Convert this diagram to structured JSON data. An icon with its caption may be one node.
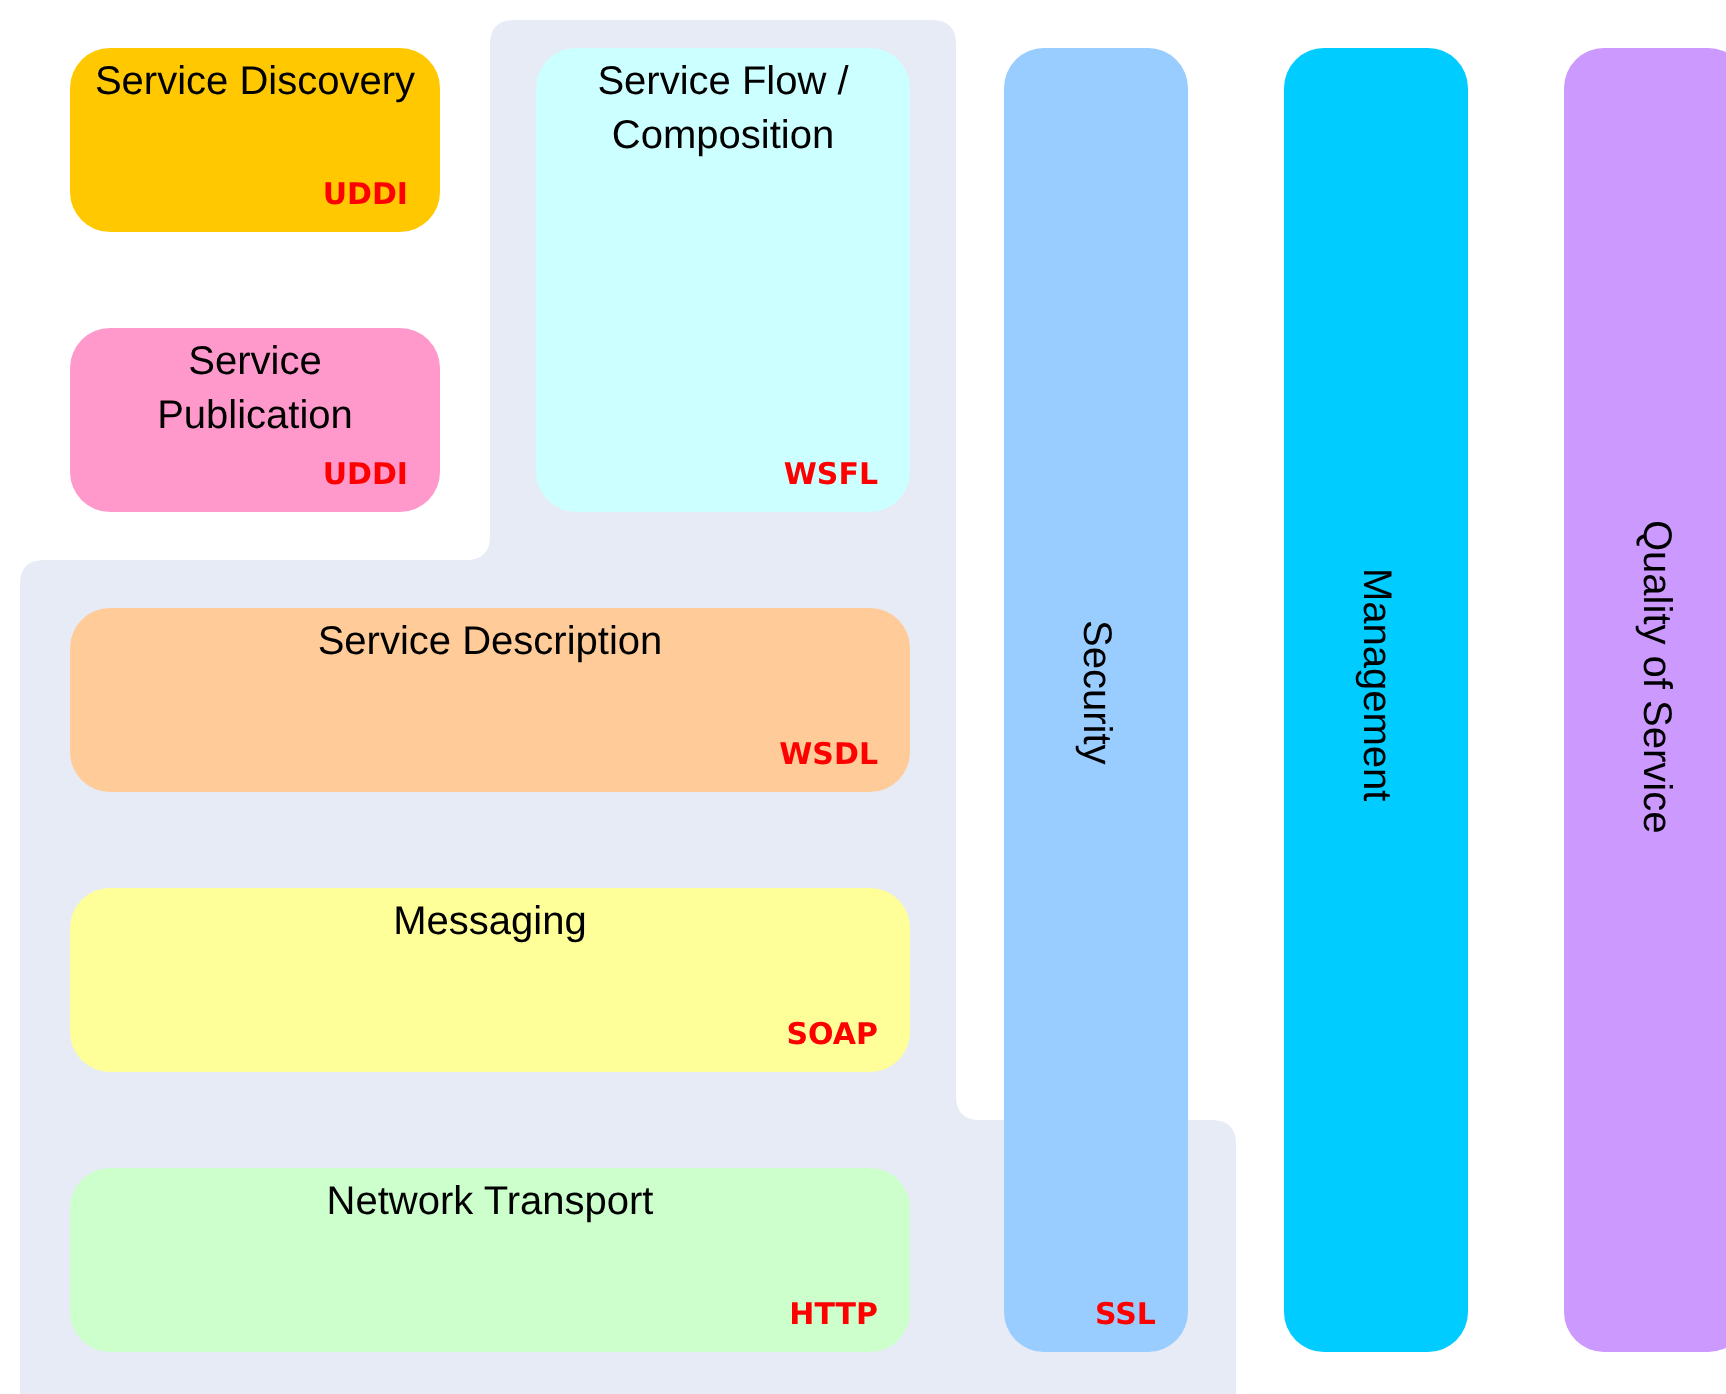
{
  "diagram": {
    "nodes": [
      {
        "text": [
          "Service Discovery",
          "UDDI"
        ]
      },
      {
        "text": [
          "Service Flow / Composition",
          "WSFL"
        ]
      },
      {
        "text": [
          "Security",
          "SSL"
        ]
      },
      {
        "text": [
          "Management"
        ]
      },
      {
        "text": [
          "Quality of Service"
        ]
      },
      {
        "text": [
          "Service Publication",
          "UDDI"
        ]
      },
      {
        "text": [
          "Service Description",
          "WSDL"
        ]
      },
      {
        "text": [
          "Messaging",
          "SOAP"
        ]
      },
      {
        "text": [
          "Network Transport",
          "HTTP"
        ]
      }
    ]
  }
}
